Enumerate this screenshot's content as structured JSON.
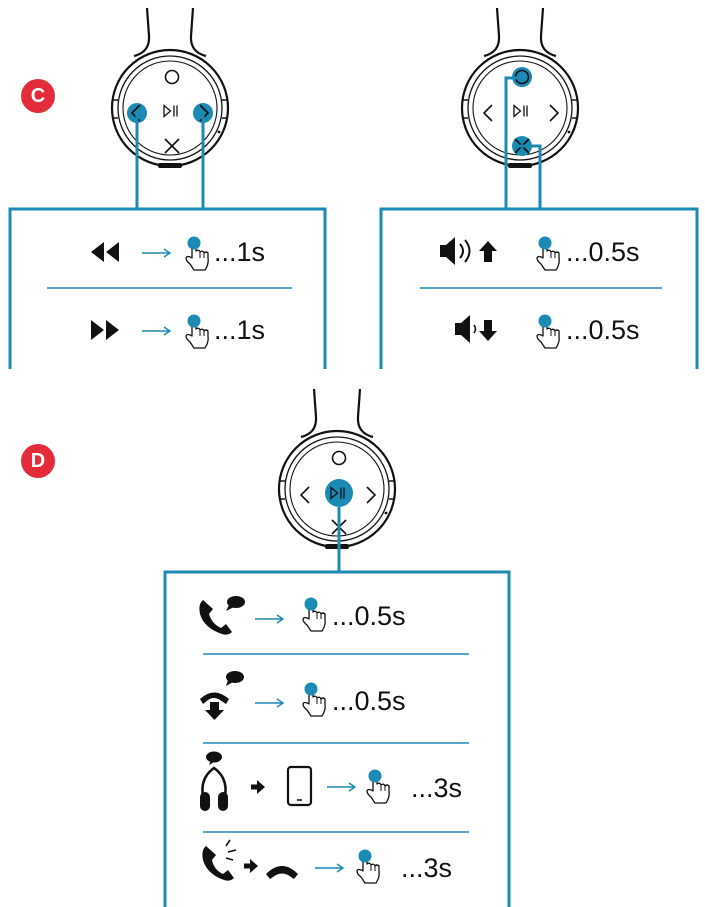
{
  "colors": {
    "accent": "#1b8ab4",
    "badge": "#e32b3a",
    "ink": "#111111",
    "line": "#1b8ab4"
  },
  "sections": [
    {
      "id": "C",
      "badge": "C",
      "panels": [
        {
          "highlighted_buttons": [
            "previous-button",
            "next-button"
          ],
          "rows": [
            {
              "icon": "rewind-icon",
              "gesture": "press-hold-icon",
              "duration": "...1s"
            },
            {
              "icon": "fast-forward-icon",
              "gesture": "press-hold-icon",
              "duration": "...1s"
            }
          ]
        },
        {
          "highlighted_buttons": [
            "volume-up-button",
            "volume-down-button"
          ],
          "rows": [
            {
              "icon": "volume-up-icon",
              "arrow": "arrow-up-icon",
              "gesture": "press-hold-icon",
              "duration": "...0.5s"
            },
            {
              "icon": "volume-down-icon",
              "arrow": "arrow-down-icon",
              "gesture": "press-hold-icon",
              "duration": "...0.5s"
            }
          ]
        }
      ]
    },
    {
      "id": "D",
      "badge": "D",
      "panels": [
        {
          "highlighted_buttons": [
            "play-pause-button"
          ],
          "rows": [
            {
              "icon": "answer-call-icon",
              "gesture": "press-icon",
              "duration": "...0.5s"
            },
            {
              "icon": "end-call-icon",
              "gesture": "press-icon",
              "duration": "...0.5s"
            },
            {
              "icon": "headset-to-phone-icon",
              "gesture": "press-hold-icon",
              "duration": "...3s"
            },
            {
              "icon": "reject-call-icon",
              "gesture": "press-hold-icon",
              "duration": "...3s"
            }
          ]
        }
      ]
    }
  ]
}
